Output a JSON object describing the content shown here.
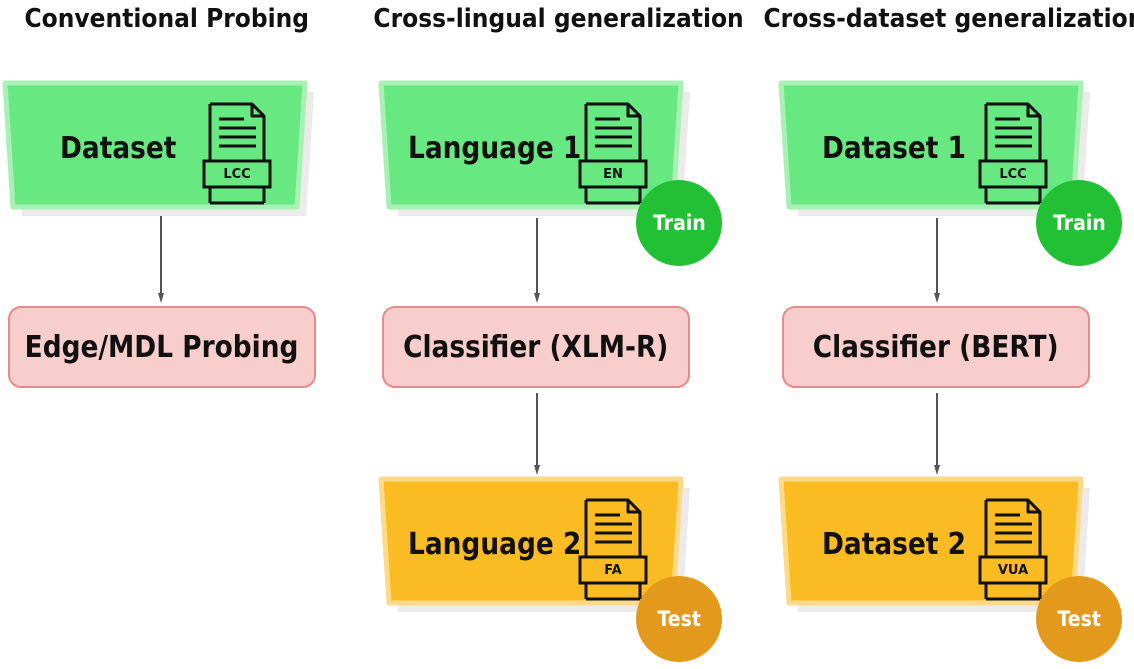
{
  "columns": [
    {
      "title": "Conventional Probing",
      "source": {
        "label": "Dataset",
        "tag": "LCC"
      },
      "classifier": "Edge/MDL Probing"
    },
    {
      "title": "Cross-lingual generalization",
      "source": {
        "label": "Language 1",
        "tag": "EN",
        "badge": "Train"
      },
      "classifier": "Classifier (XLM-R)",
      "target": {
        "label": "Language 2",
        "tag": "FA",
        "badge": "Test"
      }
    },
    {
      "title": "Cross-dataset generalization",
      "source": {
        "label": "Dataset 1",
        "tag": "LCC",
        "badge": "Train"
      },
      "classifier": "Classifier (BERT)",
      "target": {
        "label": "Dataset 2",
        "tag": "VUA",
        "badge": "Test"
      }
    }
  ],
  "colors": {
    "train_fill": "#67e880",
    "train_border": "#a8f0b4",
    "test_fill": "#fbbb22",
    "test_border": "#fdd98a",
    "classifier_fill": "#f8cecc",
    "classifier_border": "#e88b88",
    "train_badge": "#22c034",
    "test_badge": "#e39a1c",
    "shadow": "#ebebeb",
    "arrow": "#555555"
  }
}
